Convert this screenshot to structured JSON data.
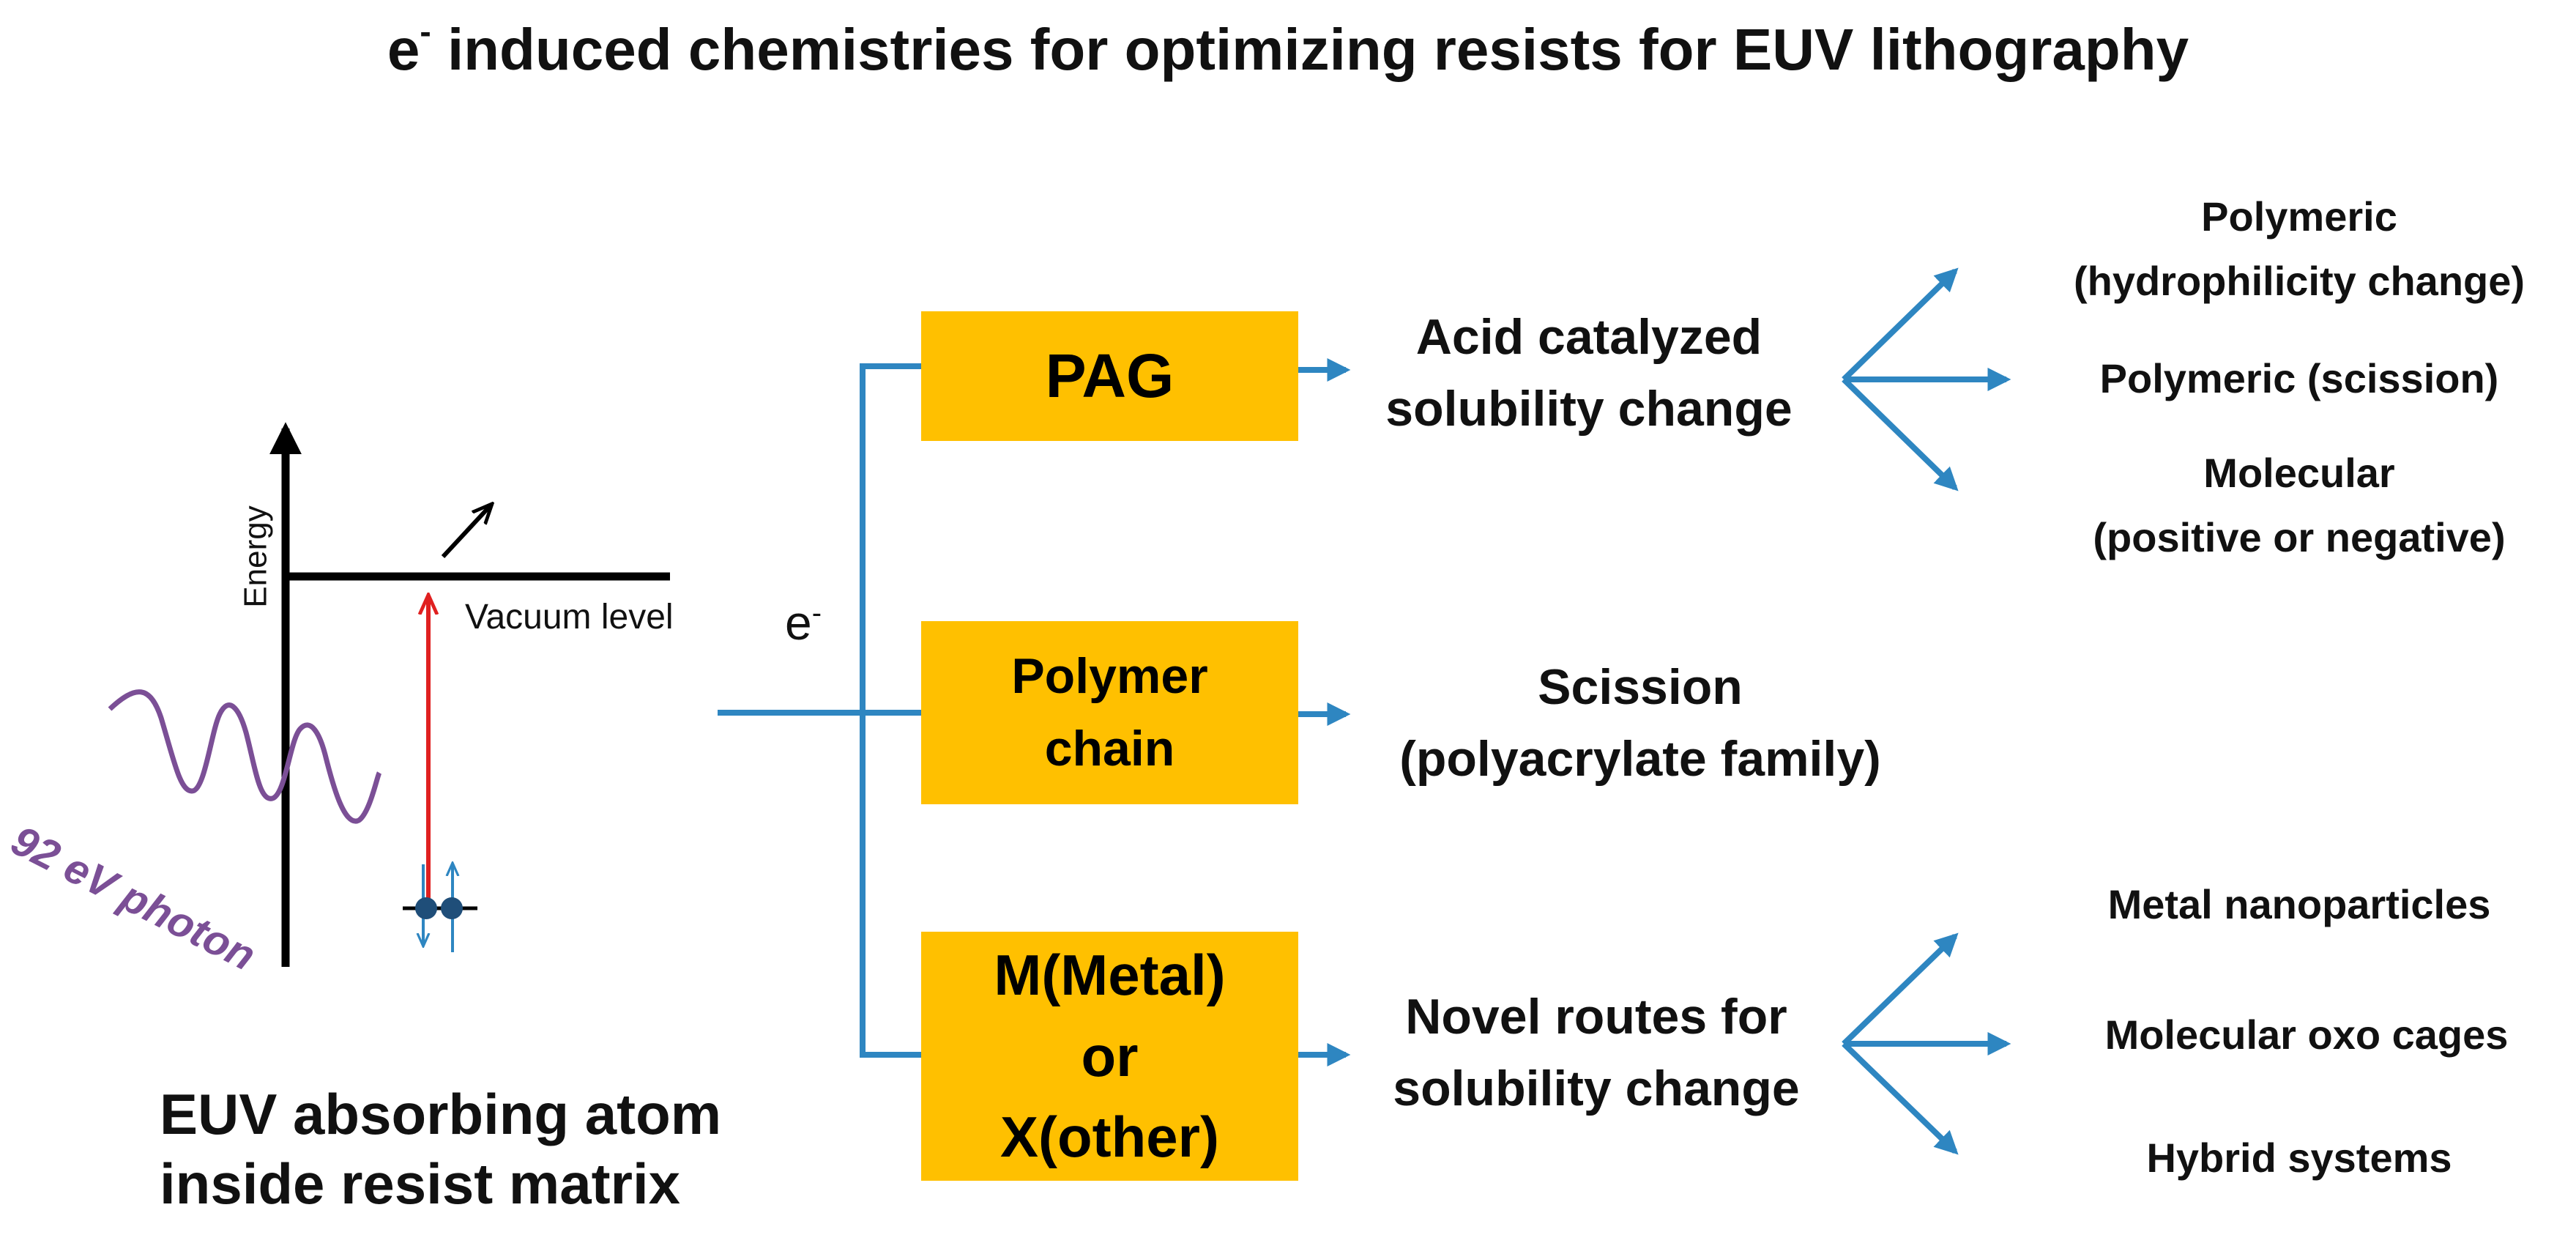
{
  "title": {
    "main": "e",
    "sup": "-",
    "rest": " induced chemistries for optimizing resists for EUV lithography"
  },
  "energy_panel": {
    "y_axis_label": "Energy",
    "vacuum_level_label": "Vacuum level",
    "photon_label": "92 eV photon",
    "electron_label": {
      "main": "e",
      "sup": "-"
    }
  },
  "bottom_left": {
    "line1": "EUV absorbing atom",
    "line2": "inside resist matrix"
  },
  "boxes": [
    {
      "line1": "PAG"
    },
    {
      "line1": "Polymer",
      "line2": "chain"
    },
    {
      "line1": "M(Metal)",
      "line2": "or",
      "line3": "X(other)"
    }
  ],
  "outcomes": [
    {
      "line1": "Acid catalyzed",
      "line2": "solubility change"
    },
    {
      "line1": "Scission",
      "line2": "(polyacrylate family)"
    },
    {
      "line1": "Novel routes for",
      "line2": "solubility change"
    }
  ],
  "acid_branches": [
    {
      "line1": "Polymeric",
      "line2": "(hydrophilicity change)"
    },
    {
      "line1": "Polymeric (scission)"
    },
    {
      "line1": "Molecular",
      "line2": "(positive or negative)"
    }
  ],
  "novel_branches": [
    {
      "line1": "Metal nanoparticles"
    },
    {
      "line1": "Molecular oxo cages"
    },
    {
      "line1": "Hybrid systems"
    }
  ],
  "colors": {
    "box_fill": "#FFC000",
    "arrow_blue": "#2E86C1",
    "photon_purple": "#7B4F96",
    "excite_red": "#E02020"
  }
}
